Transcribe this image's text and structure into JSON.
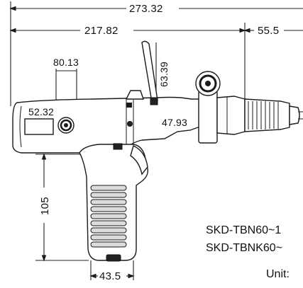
{
  "dimensions": {
    "overall_length": "273.32",
    "body_length": "217.82",
    "nose_length": "55.5",
    "lever_height": "63.39",
    "rear_width": "80.13",
    "body_height": "52.32",
    "center_height": "47.93",
    "handle_height": "105",
    "handle_width": "43.5"
  },
  "models": {
    "line1": "SKD-TBN60~1",
    "line2": "SKD-TBNK60~"
  },
  "unit_label": "Unit:",
  "colors": {
    "line": "#222222",
    "grip": "#dcdcdc",
    "body": "#ffffff"
  }
}
